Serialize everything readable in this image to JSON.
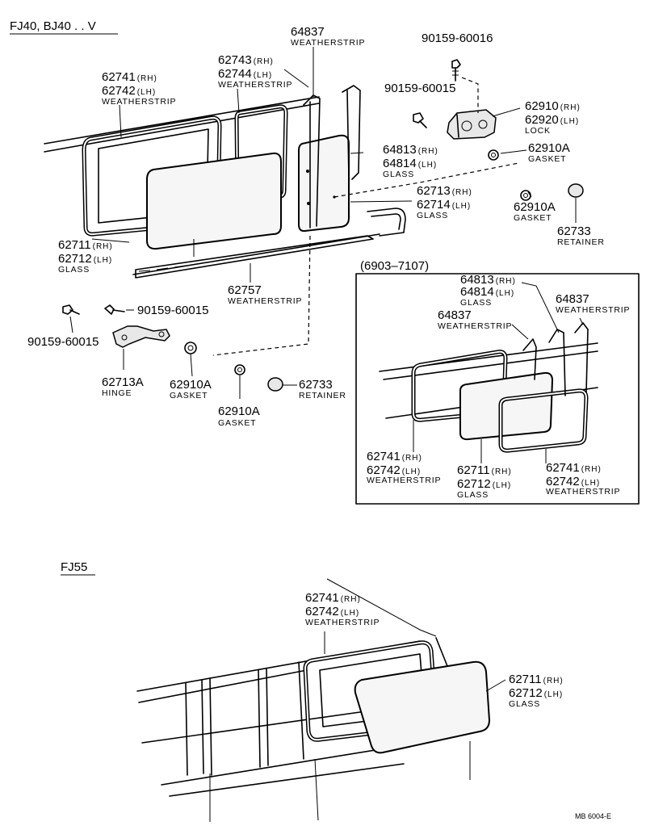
{
  "headers": {
    "top": "FJ40, BJ40 . . V",
    "bottom": "FJ55",
    "inset": "(6903–7107)"
  },
  "footer": "MB 6004-E",
  "parts": {
    "p64837_top": {
      "num": "64837",
      "name": "WEATHERSTRIP"
    },
    "p90159_60016": {
      "num": "90159-60016"
    },
    "p62743": {
      "num": "62743",
      "side": "(RH)"
    },
    "p62744": {
      "num": "62744",
      "side": "(LH)",
      "name": "WEATHERSTRIP"
    },
    "p62741_top": {
      "num": "62741",
      "side": "(RH)"
    },
    "p62742_top": {
      "num": "62742",
      "side": "(LH)",
      "name": "WEATHERSTRIP"
    },
    "p90159_60015_a": {
      "num": "90159-60015"
    },
    "p62910": {
      "num": "62910",
      "side": "(RH)"
    },
    "p62920": {
      "num": "62920",
      "side": "(LH)",
      "name": "LOCK"
    },
    "p64813_top": {
      "num": "64813",
      "side": "(RH)"
    },
    "p64814_top": {
      "num": "64814",
      "side": "(LH)",
      "name": "GLASS"
    },
    "p62910A_a": {
      "num": "62910A",
      "name": "GASKET"
    },
    "p62713": {
      "num": "62713",
      "side": "(RH)"
    },
    "p62714": {
      "num": "62714",
      "side": "(LH)",
      "name": "GLASS"
    },
    "p62910A_b": {
      "num": "62910A",
      "name": "GASKET"
    },
    "p62733_a": {
      "num": "62733",
      "name": "RETAINER"
    },
    "p62711_top": {
      "num": "62711",
      "side": "(RH)"
    },
    "p62712_top": {
      "num": "62712",
      "side": "(LH)",
      "name": "GLASS"
    },
    "p62757": {
      "num": "62757",
      "name": "WEATHERSTRIP"
    },
    "p90159_60015_b": {
      "num": "90159-60015"
    },
    "p90159_60015_c": {
      "num": "90159-60015"
    },
    "p62713A": {
      "num": "62713A",
      "name": "HINGE"
    },
    "p62910A_c": {
      "num": "62910A",
      "name": "GASKET"
    },
    "p62733_b": {
      "num": "62733",
      "name": "RETAINER"
    },
    "p62910A_d": {
      "num": "62910A",
      "name": "GASKET"
    },
    "inset_64813": {
      "num": "64813",
      "side": "(RH)"
    },
    "inset_64814": {
      "num": "64814",
      "side": "(LH)",
      "name": "GLASS"
    },
    "inset_64837_a": {
      "num": "64837",
      "name": "WEATHERSTRIP"
    },
    "inset_64837_b": {
      "num": "64837",
      "name": "WEATHERSTRIP"
    },
    "inset_62741_a": {
      "num": "62741",
      "side": "(RH)"
    },
    "inset_62742_a": {
      "num": "62742",
      "side": "(LH)",
      "name": "WEATHERSTRIP"
    },
    "inset_62711": {
      "num": "62711",
      "side": "(RH)"
    },
    "inset_62712": {
      "num": "62712",
      "side": "(LH)",
      "name": "GLASS"
    },
    "inset_62741_b": {
      "num": "62741",
      "side": "(RH)"
    },
    "inset_62742_b": {
      "num": "62742",
      "side": "(LH)",
      "name": "WEATHERSTRIP"
    },
    "fj55_62741": {
      "num": "62741",
      "side": "(RH)"
    },
    "fj55_62742": {
      "num": "62742",
      "side": "(LH)",
      "name": "WEATHERSTRIP"
    },
    "fj55_62711": {
      "num": "62711",
      "side": "(RH)"
    },
    "fj55_62712": {
      "num": "62712",
      "side": "(LH)",
      "name": "GLASS"
    }
  }
}
